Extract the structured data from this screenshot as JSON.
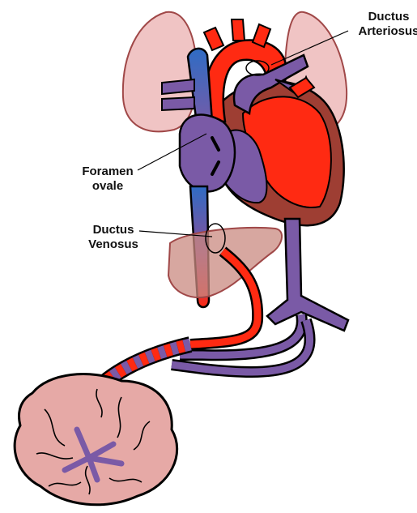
{
  "labels": {
    "ductus_arteriosus": {
      "line1": "Ductus",
      "line2": "Arteriosus"
    },
    "foramen_ovale": {
      "line1": "Foramen",
      "line2": "ovale"
    },
    "ductus_venosus": {
      "line1": "Ductus",
      "line2": "Venosus"
    }
  },
  "colors": {
    "oxygenated": "#ff2a12",
    "deoxygenated": "#2f6cc4",
    "mixed": "#7a5aa6",
    "heart_wall": "#9e3e33",
    "lung": "#f0c4c4",
    "liver": "#c98a80",
    "placenta": "#e6a9a6"
  }
}
